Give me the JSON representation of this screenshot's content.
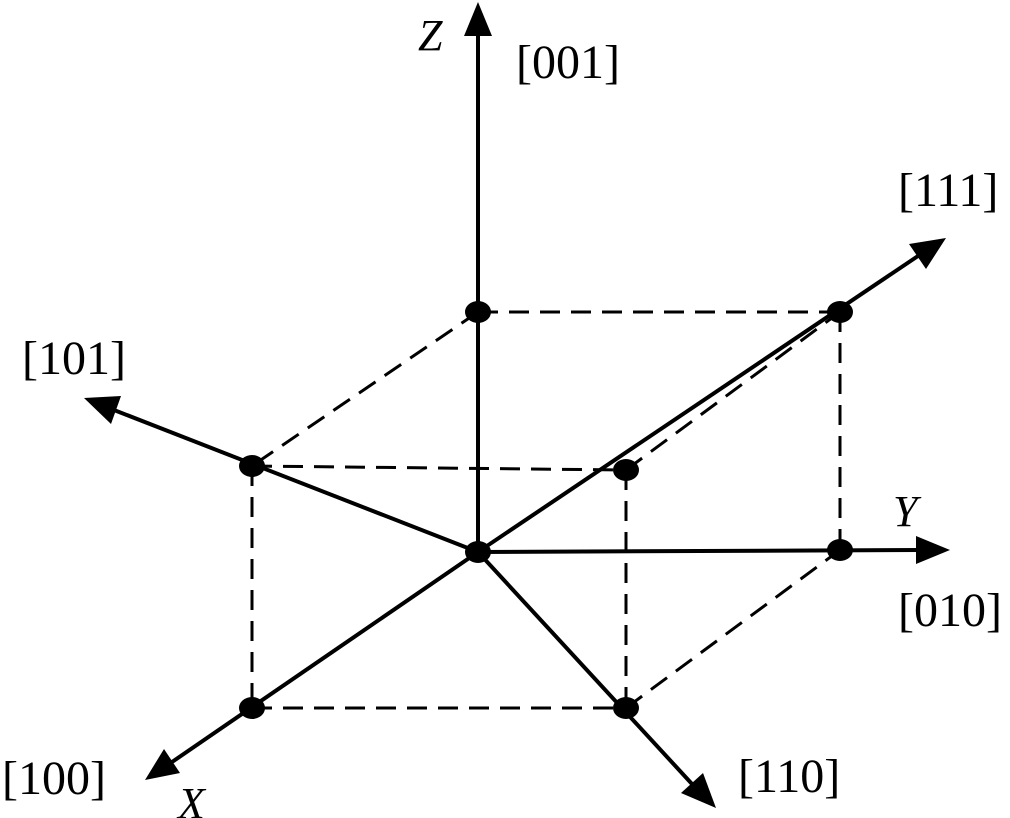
{
  "axes": {
    "x": {
      "name": "X",
      "direction": "[100]"
    },
    "y": {
      "name": "Y",
      "direction": "[010]"
    },
    "z": {
      "name": "Z",
      "direction": "[001]"
    }
  },
  "directions": {
    "d101": "[101]",
    "d110": "[110]",
    "d111": "[111]"
  },
  "style": {
    "line_color": "#000000",
    "background": "#ffffff"
  }
}
